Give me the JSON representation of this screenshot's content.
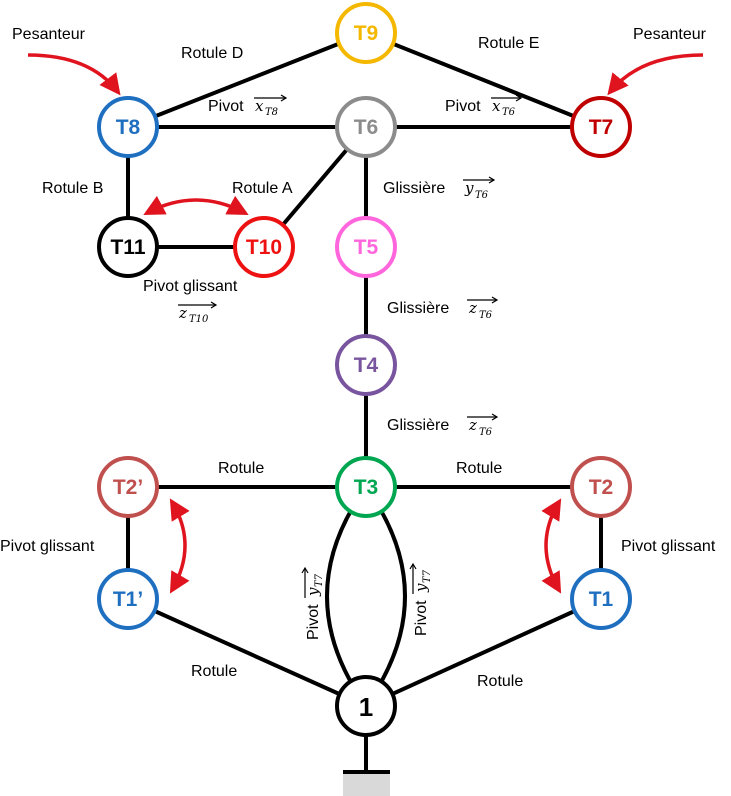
{
  "nodes": {
    "t9": {
      "label": "T9",
      "color": "#f5b800"
    },
    "t8": {
      "label": "T8",
      "color": "#1f6fc0"
    },
    "t6": {
      "label": "T6",
      "color": "#8c8c8c"
    },
    "t7": {
      "label": "T7",
      "color": "#c00000"
    },
    "t11": {
      "label": "T11",
      "color": "#000000"
    },
    "t10": {
      "label": "T10",
      "color": "#ee1111"
    },
    "t5": {
      "label": "T5",
      "color": "#ff66dd"
    },
    "t4": {
      "label": "T4",
      "color": "#7a559f"
    },
    "t3": {
      "label": "T3",
      "color": "#00a650"
    },
    "t2p": {
      "label": "T2’",
      "color": "#c0504d"
    },
    "t2": {
      "label": "T2",
      "color": "#c0504d"
    },
    "t1p": {
      "label": "T1’",
      "color": "#1f6fc0"
    },
    "t1": {
      "label": "T1",
      "color": "#1f6fc0"
    },
    "n1": {
      "label": "1",
      "color": "#000000"
    }
  },
  "labels": {
    "pesanteur_left": "Pesanteur",
    "pesanteur_right": "Pesanteur",
    "rotule_d": "Rotule D",
    "rotule_e": "Rotule E",
    "pivot_t8": "Pivot",
    "pivot_t6": "Pivot",
    "rotule_b": "Rotule B",
    "rotule_a": "Rotule A",
    "glissiere_1": "Glissière",
    "glissiere_2": "Glissière",
    "glissiere_3": "Glissière",
    "pivot_glissant_t10": "Pivot glissant",
    "rotule_left": "Rotule",
    "rotule_right": "Rotule",
    "pivot_glissant_left": "Pivot glissant",
    "pivot_glissant_right": "Pivot glissant",
    "rotule_bottom_left": "Rotule",
    "rotule_bottom_right": "Rotule",
    "pivot_left": "Pivot",
    "pivot_right": "Pivot"
  },
  "vectors": {
    "x_t8": {
      "sym": "x",
      "sub": "T8"
    },
    "x_t6": {
      "sym": "x",
      "sub": "T6"
    },
    "y_t6": {
      "sym": "y",
      "sub": "T6"
    },
    "z_t10": {
      "sym": "z",
      "sub": "T10"
    },
    "z_t6_a": {
      "sym": "z",
      "sub": "T6"
    },
    "z_t6_b": {
      "sym": "z",
      "sub": "T6"
    },
    "y_t7_a": {
      "sym": "y",
      "sub": "T7"
    },
    "y_t7_b": {
      "sym": "y",
      "sub": "T7"
    }
  },
  "colors": {
    "link": "#000000",
    "arrow": "#e0141e",
    "ground": "#d9d9d9"
  }
}
